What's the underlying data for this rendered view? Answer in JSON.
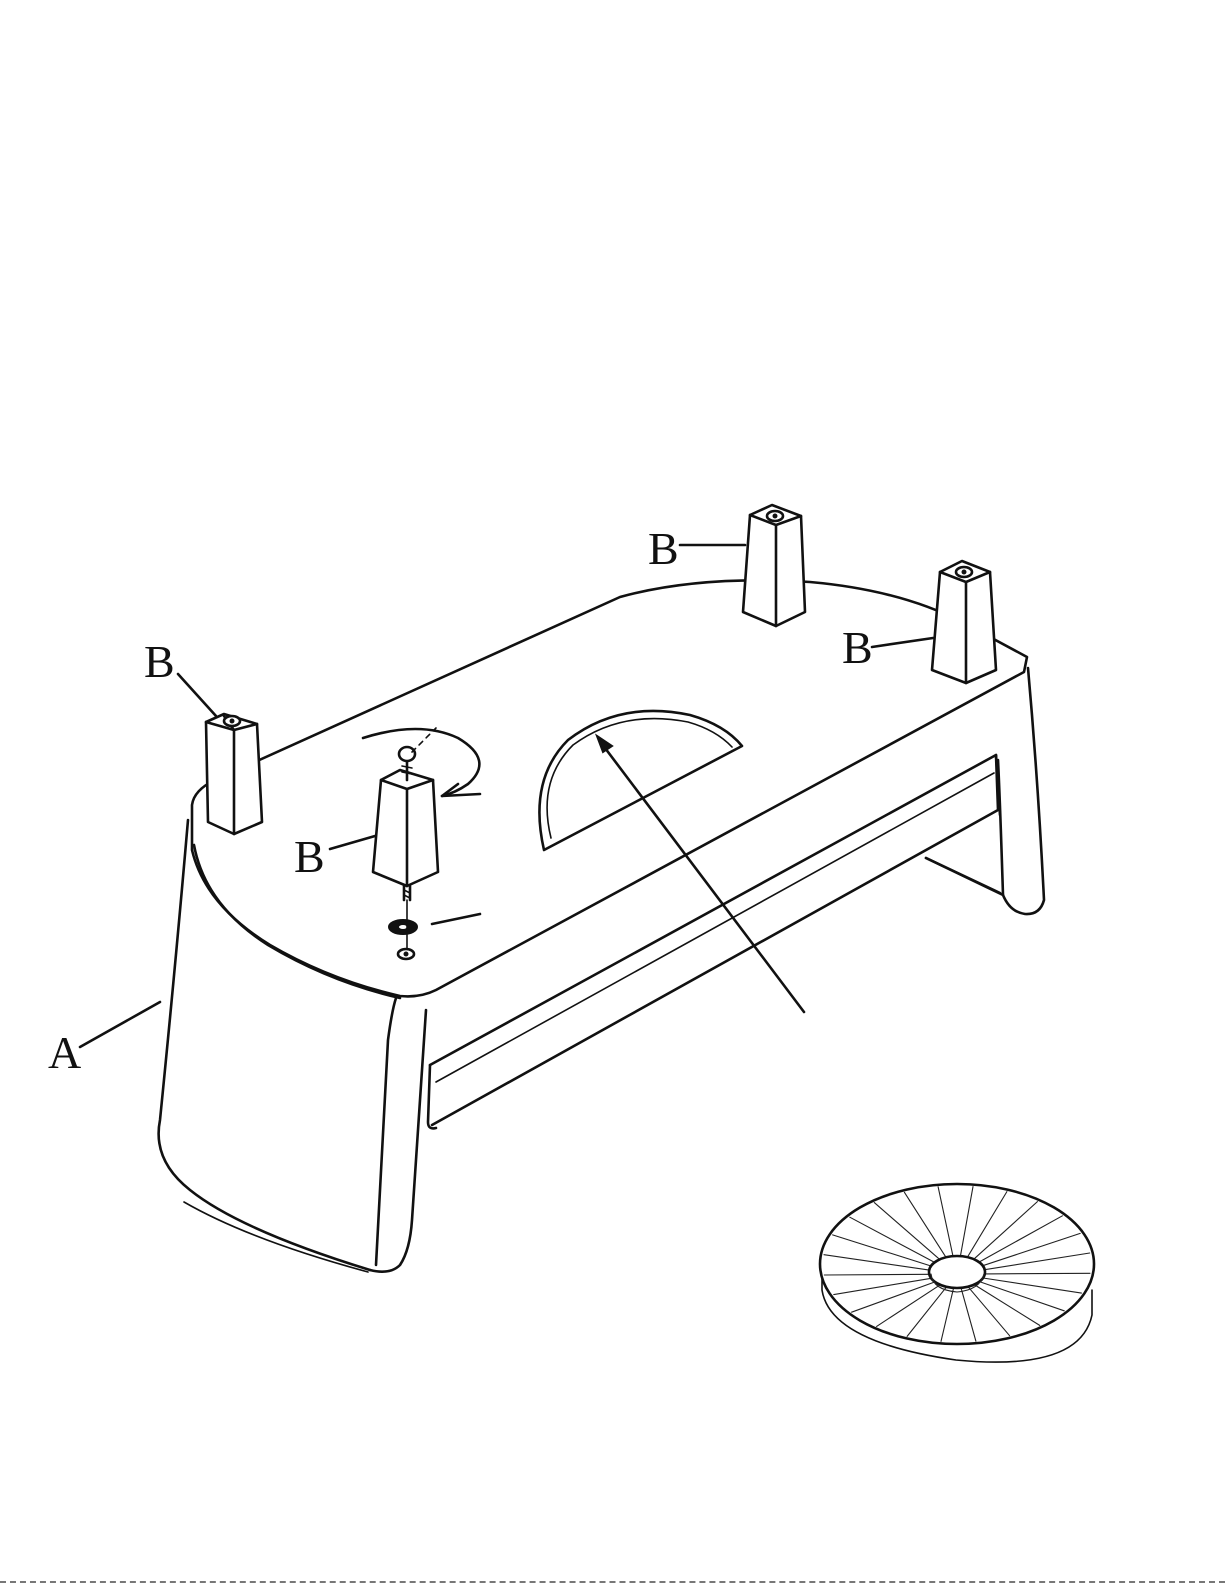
{
  "callouts": {
    "table_body": "A",
    "leg_front_left": "B",
    "leg_front_middle": "B",
    "leg_back_middle": "B",
    "leg_back_right": "B"
  },
  "colors": {
    "line": "#111111",
    "background": "#ffffff"
  }
}
